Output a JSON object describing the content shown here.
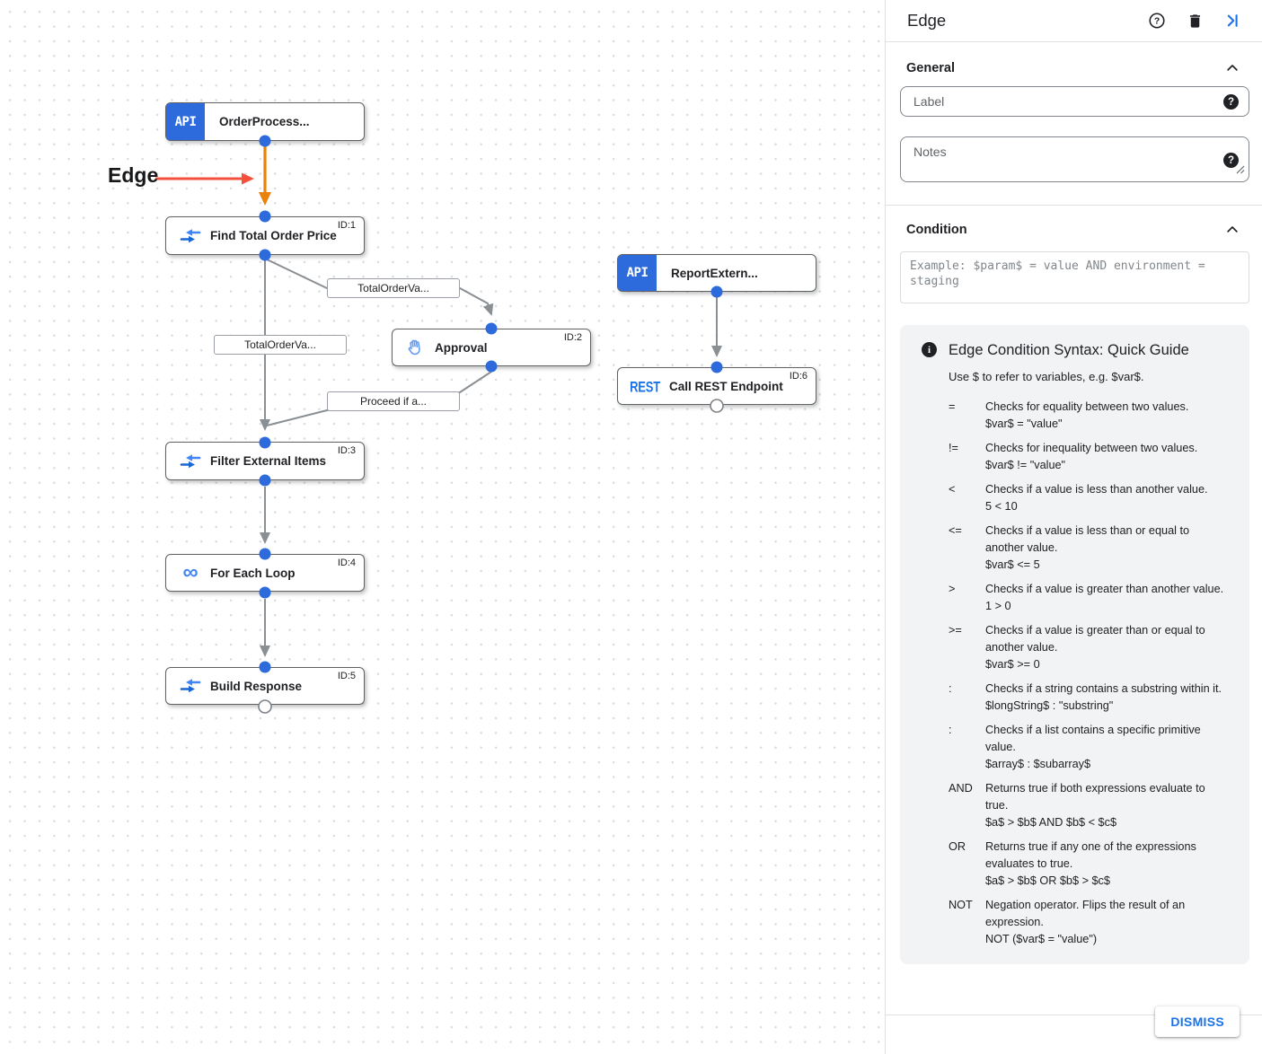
{
  "colors": {
    "accent_blue": "#1a73e8",
    "node_badge_blue": "#2d6bdd",
    "port_blue": "#2d6bdd",
    "icon_blue": "#4285f4",
    "selected_edge_orange": "#e8820a",
    "annotation_red": "#f5503c",
    "edge_gray": "#8a8f94",
    "guide_bg": "#f1f3f4"
  },
  "canvas": {
    "annotation_label": "Edge",
    "nodes": {
      "order_process": {
        "badge": "API",
        "title": "OrderProcess..."
      },
      "find_total": {
        "id": "ID:1",
        "title": "Find Total Order Price"
      },
      "approval": {
        "id": "ID:2",
        "title": "Approval"
      },
      "report_extern": {
        "badge": "API",
        "title": "ReportExtern..."
      },
      "call_rest": {
        "id": "ID:6",
        "title": "Call REST Endpoint",
        "icon_text": "REST"
      },
      "filter_items": {
        "id": "ID:3",
        "title": "Filter External Items"
      },
      "for_each": {
        "id": "ID:4",
        "title": "For Each Loop",
        "icon_glyph": "∞"
      },
      "build_response": {
        "id": "ID:5",
        "title": "Build Response"
      }
    },
    "edge_labels": {
      "to_approval": "TotalOrderVa...",
      "to_filter": "TotalOrderVa...",
      "from_approval": "Proceed if a..."
    }
  },
  "panel": {
    "title": "Edge",
    "general": {
      "heading": "General",
      "label_placeholder": "Label",
      "notes_placeholder": "Notes"
    },
    "condition": {
      "heading": "Condition",
      "placeholder": "Example: $param$ = value AND environment = staging"
    },
    "guide": {
      "title": "Edge Condition Syntax: Quick Guide",
      "intro": "Use $ to refer to variables, e.g. $var$.",
      "items": [
        {
          "op": "=",
          "desc": "Checks for equality between two values.",
          "example": "$var$ = \"value\""
        },
        {
          "op": "!=",
          "desc": "Checks for inequality between two values.",
          "example": "$var$ != \"value\""
        },
        {
          "op": "<",
          "desc": "Checks if a value is less than another value.",
          "example": "5 < 10"
        },
        {
          "op": "<=",
          "desc": "Checks if a value is less than or equal to another value.",
          "example": "$var$ <= 5"
        },
        {
          "op": ">",
          "desc": "Checks if a value is greater than another value.",
          "example": "1 > 0"
        },
        {
          "op": ">=",
          "desc": "Checks if a value is greater than or equal to another value.",
          "example": "$var$ >= 0"
        },
        {
          "op": ":",
          "desc": "Checks if a string contains a substring within it.",
          "example": "$longString$ : \"substring\""
        },
        {
          "op": ":",
          "desc": "Checks if a list contains a specific primitive value.",
          "example": "$array$ : $subarray$"
        },
        {
          "op": "AND",
          "desc": "Returns true if both expressions evaluate to true.",
          "example": "$a$ > $b$ AND $b$ < $c$"
        },
        {
          "op": "OR",
          "desc": "Returns true if any one of the expressions evaluates to true.",
          "example": "$a$ > $b$ OR $b$ > $c$"
        },
        {
          "op": "NOT",
          "desc": "Negation operator. Flips the result of an expression.",
          "example": "NOT ($var$ = \"value\")"
        }
      ]
    },
    "dismiss_label": "DISMISS"
  }
}
